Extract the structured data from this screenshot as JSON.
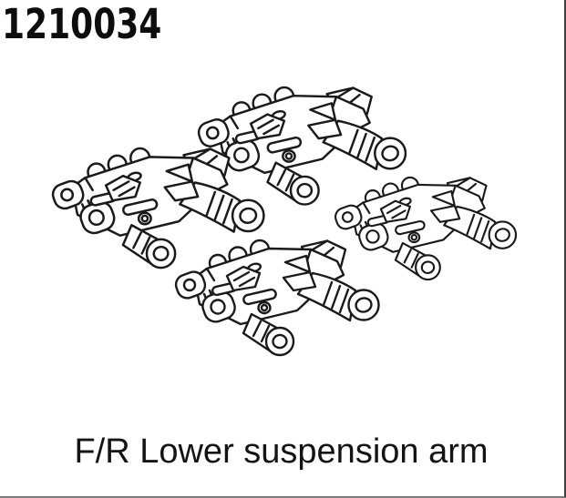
{
  "page": {
    "part_number": "1210034",
    "caption": "F/R Lower suspension arm"
  },
  "diagram": {
    "kind": "technical-line-drawing",
    "subject": "lower suspension arm",
    "part_count": 4,
    "parts": [
      {
        "label": "suspension-arm",
        "position": "top-center"
      },
      {
        "label": "suspension-arm",
        "position": "middle-left"
      },
      {
        "label": "suspension-arm",
        "position": "middle-right"
      },
      {
        "label": "suspension-arm",
        "position": "bottom-center"
      }
    ],
    "colors": {
      "line": "#1a1a1a",
      "background": "#ffffff",
      "right_border": "#3f3f46",
      "bottom_border": "#7b7b7b"
    }
  }
}
